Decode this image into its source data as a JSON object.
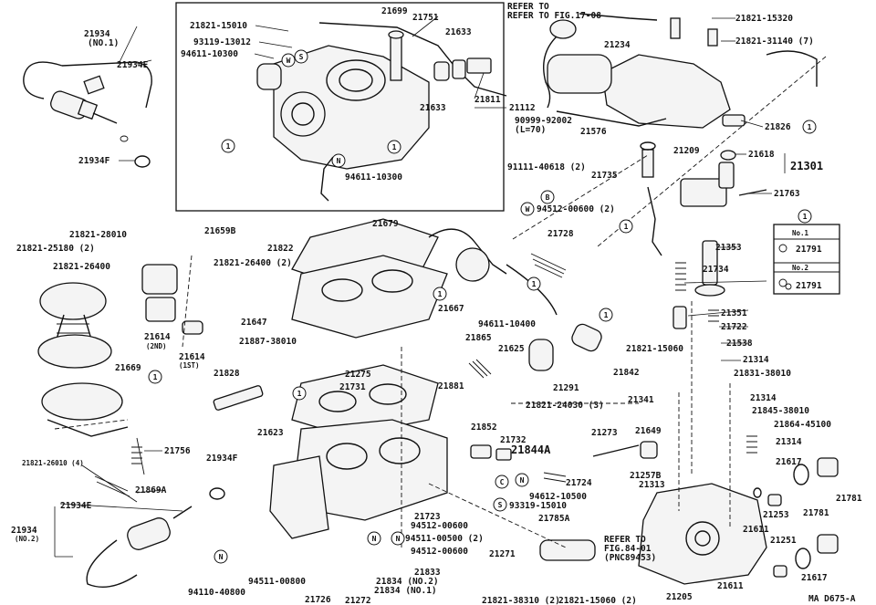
{
  "diagram_code": "MA D675-A",
  "notes": {
    "refer_top": "REFER TO FIG.17-08",
    "refer_bottom_line1": "REFER TO",
    "refer_bottom_line2": "FIG.84-01",
    "refer_bottom_line3": "(PNC89453)"
  },
  "legend": {
    "circle": "1",
    "no1": "No.1",
    "no2": "No.2",
    "part": "21791"
  },
  "assembly_label": "21301",
  "markers": [
    "1",
    "N",
    "W",
    "S",
    "B",
    "C",
    "W",
    "N",
    "N",
    "N",
    "N",
    "S",
    "1",
    "1",
    "1",
    "1",
    "1",
    "1",
    "1",
    "1"
  ],
  "labels": [
    "21934",
    "(NO.1)",
    "21934E",
    "21934F",
    "21821-15010",
    "93119-13012",
    "94611-10300",
    "21699",
    "21751",
    "21633",
    "21633",
    "21811",
    "21112",
    "94611-10300",
    "21821-15320",
    "21821-31140 (7)",
    "21234",
    "90999-92002",
    "(L=70)",
    "21576",
    "21826",
    "91111-40618 (2)",
    "21735",
    "21209",
    "21618",
    "21763",
    "94512-00600 (2)",
    "21821-28010",
    "21659B",
    "21821-25180 (2)",
    "21822",
    "21821-26400",
    "21821-26400 (2)",
    "21679",
    "21728",
    "21353",
    "21734",
    "21614",
    "(2ND)",
    "21614",
    "(1ST)",
    "21647",
    "21667",
    "94611-10400",
    "21351",
    "21722",
    "21538",
    "21887-38010",
    "21865",
    "21625",
    "21842",
    "21821-15060",
    "21314",
    "21831-38010",
    "21669",
    "21828",
    "21275",
    "21881",
    "21291",
    "21731",
    "21821-24030 (3)",
    "21341",
    "21314",
    "21845-38010",
    "21623",
    "21852",
    "21649",
    "21864-45100",
    "21273",
    "21314",
    "21732",
    "21844A",
    "21756",
    "21821-26010 (4)",
    "21934F",
    "21869A",
    "21617",
    "21781",
    "21724",
    "21257B",
    "94612-10500",
    "21313",
    "93319-15010",
    "21253",
    "21723",
    "21785A",
    "21934E",
    "94512-00600",
    "21611",
    "21781",
    "21934",
    "(NO.2)",
    "94511-00500 (2)",
    "94512-00600",
    "21271",
    "21251",
    "94511-00800",
    "21833",
    "21834 (NO.2)",
    "94110-40800",
    "21834 (NO.1)",
    "21726",
    "21272",
    "21821-38310 (2)",
    "21821-15060 (2)",
    "21205",
    "21611",
    "21617"
  ]
}
